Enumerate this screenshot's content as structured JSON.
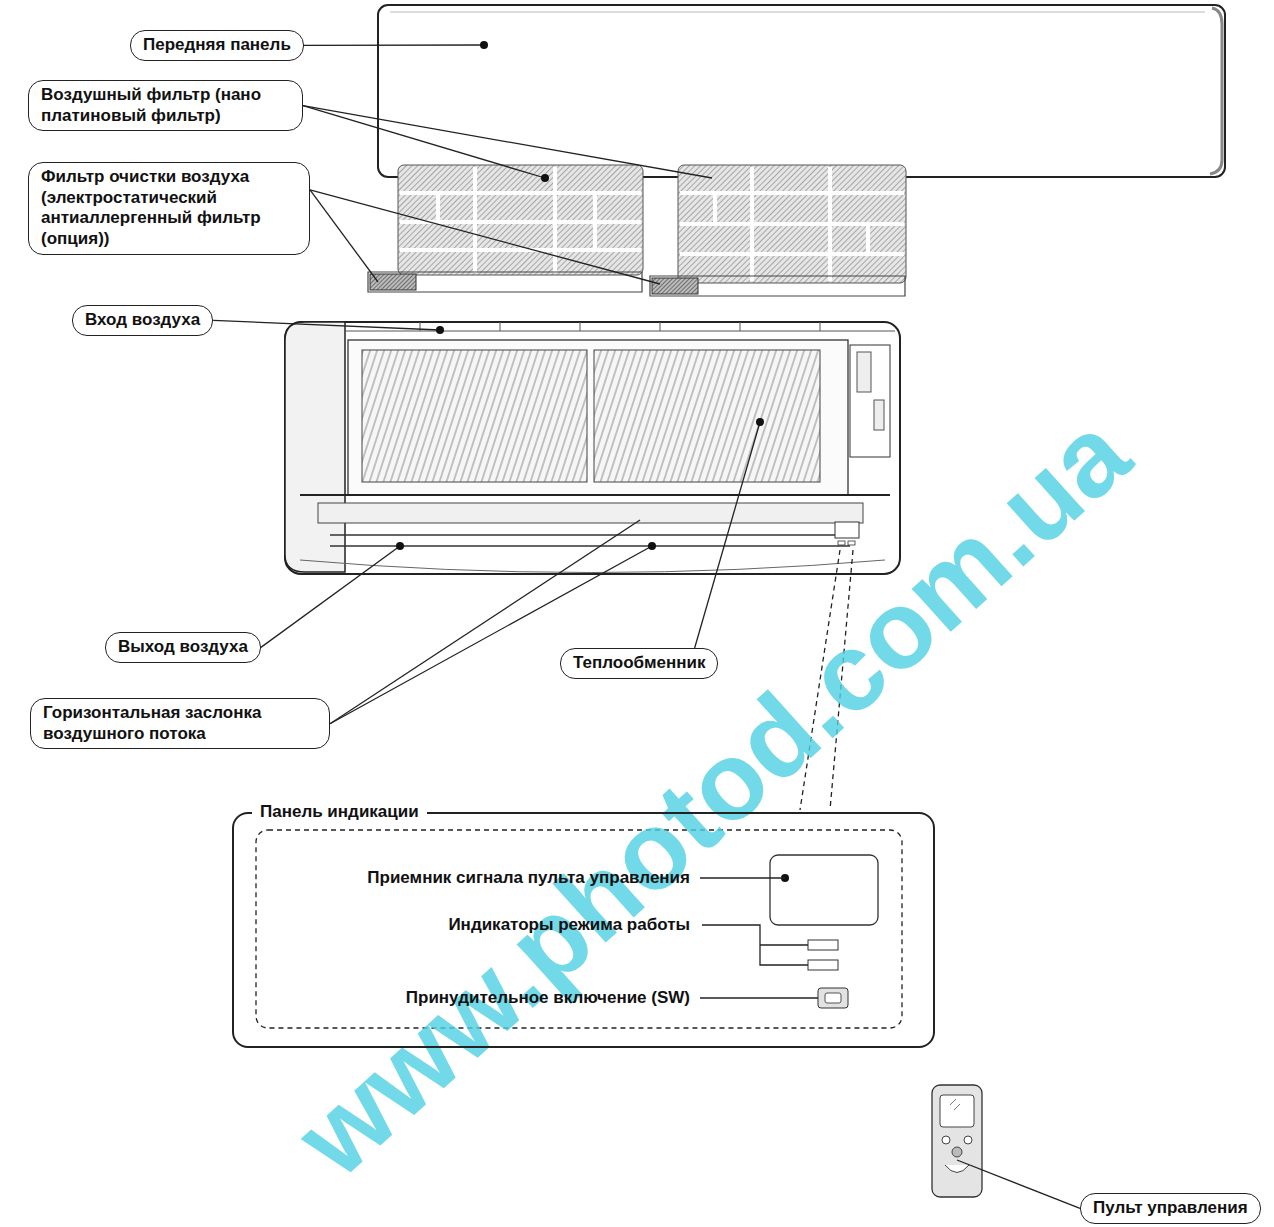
{
  "diagram": {
    "nodes": [
      {
        "text": [
          "Передняя панель"
        ]
      },
      {
        "text": [
          "Воздушный фильтр (нано платиновый фильтр)"
        ]
      },
      {
        "text": [
          "Фильтр очистки воздуха (электростатический антиаллергенный фильтр (опция))"
        ]
      },
      {
        "text": [
          "Вход воздуха"
        ]
      },
      {
        "text": [
          "Выход воздуха"
        ]
      },
      {
        "text": [
          "Теплообменник"
        ]
      },
      {
        "text": [
          "Горизонтальная заслонка воздушного потока"
        ]
      },
      {
        "text": [
          "Панель индикации",
          "Приемник сигнала пульта управления",
          "Индикаторы режима работы",
          "Принудительное включение (SW)"
        ]
      },
      {
        "text": [
          "Пульт управления"
        ]
      }
    ],
    "labels": [
      "www.photod.com.ua"
    ]
  }
}
